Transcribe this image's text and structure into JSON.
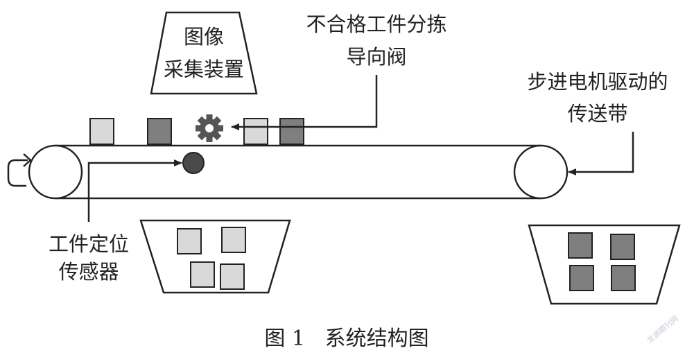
{
  "labels": {
    "camera_line1": "图像",
    "camera_line2": "采集装置",
    "valve_line1": "不合格工件分拣",
    "valve_line2": "导向阀",
    "belt_line1": "步进电机驱动的",
    "belt_line2": "传送带",
    "sensor_line1": "工件定位",
    "sensor_line2": "传感器"
  },
  "caption": "图 1   系统结构图",
  "watermark": "龙源期刊网",
  "colors": {
    "stroke": "#222222",
    "light_part": "#d9d9d9",
    "dark_part": "#7f7f7f",
    "gear": "#555555",
    "sensor": "#4a4a4a"
  }
}
